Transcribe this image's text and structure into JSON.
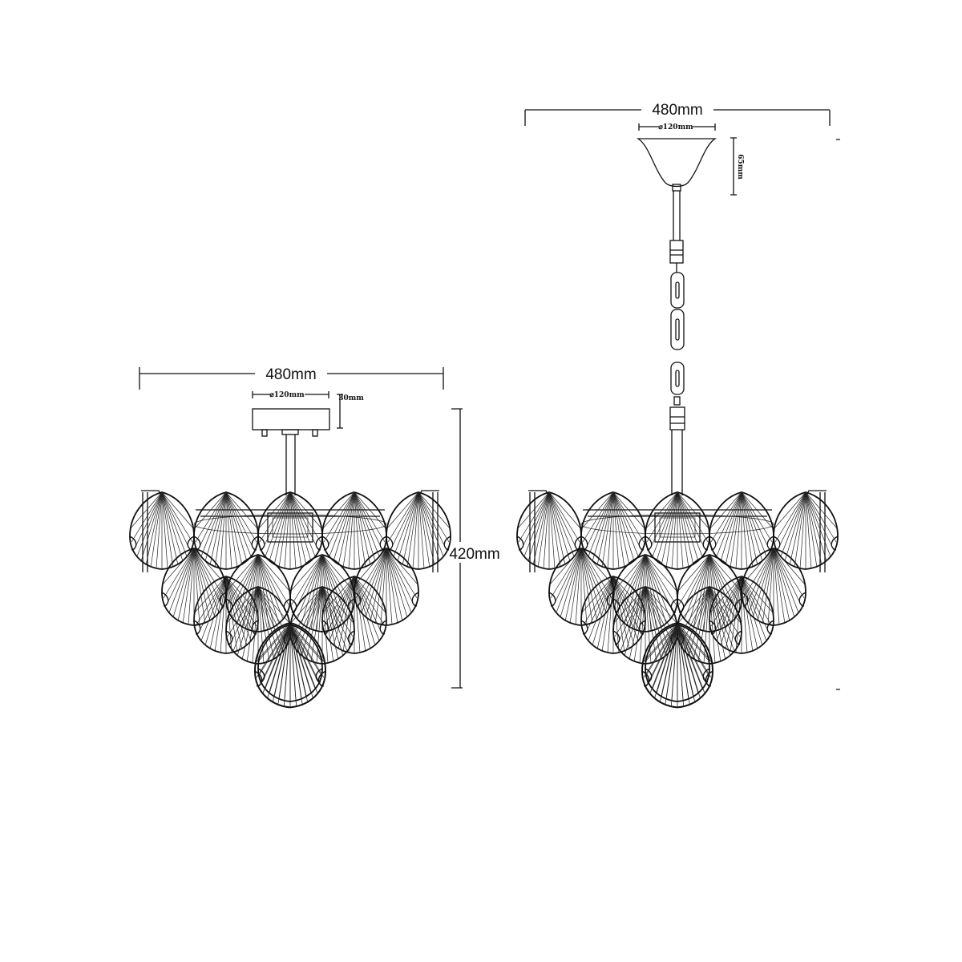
{
  "left_view": {
    "width_label": "480mm",
    "canopy_diameter_label": "⌀120mm",
    "canopy_height_label": "30mm",
    "overall_height_label": "420mm"
  },
  "right_view": {
    "width_label": "480mm",
    "canopy_diameter_label": "⌀120mm",
    "canopy_height_label": "65mm"
  }
}
